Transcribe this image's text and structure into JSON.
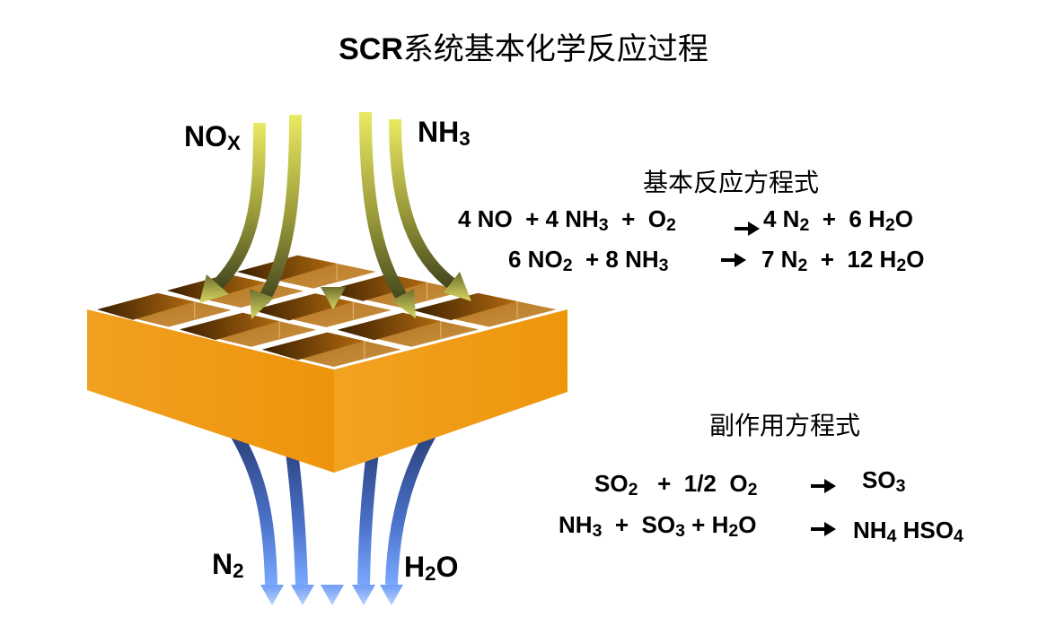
{
  "title": {
    "prefix": "SCR",
    "cn": "系统基本化学反应过程"
  },
  "labels": {
    "inlet_left": {
      "main": "NO",
      "sub": "X"
    },
    "inlet_right": {
      "main": "NH",
      "sub": "3"
    },
    "outlet_left": {
      "main": "N",
      "sub": "2"
    },
    "outlet_right": {
      "main1": "H",
      "sub": "2",
      "main2": "O"
    }
  },
  "basic_reactions": {
    "heading": "基本反应方程式",
    "equations": [
      {
        "lhs": [
          [
            "4 NO",
            ""
          ],
          [
            "  + 4 NH",
            "3"
          ],
          [
            "  +  O",
            "2"
          ]
        ],
        "rhs": [
          [
            "4 N",
            "2"
          ],
          [
            "  +  6 H",
            "2"
          ],
          [
            "O",
            ""
          ]
        ]
      },
      {
        "lhs": [
          [
            "6 NO",
            "2"
          ],
          [
            "  + 8 NH",
            "3"
          ]
        ],
        "rhs": [
          [
            "7 N",
            "2"
          ],
          [
            "  +  12 H",
            "2"
          ],
          [
            "O",
            ""
          ]
        ]
      }
    ]
  },
  "side_reactions": {
    "heading": "副作用方程式",
    "equations": [
      {
        "lhs": [
          [
            "SO",
            "2"
          ],
          [
            "   +  1/2  O",
            "2"
          ]
        ],
        "rhs": [
          [
            "SO",
            "3"
          ]
        ]
      },
      {
        "lhs": [
          [
            "NH",
            "3"
          ],
          [
            "  +  SO",
            "3"
          ],
          [
            " + H",
            "2"
          ],
          [
            "O",
            ""
          ]
        ],
        "rhs": [
          [
            "NH",
            "4"
          ],
          [
            " HSO",
            "4"
          ]
        ]
      }
    ]
  },
  "colors": {
    "catalyst_orange": "#f0960f",
    "cell_dark": "#5a3200",
    "cell_light": "#c08a35",
    "inlet_top": "#e8e860",
    "inlet_bottom": "#4a4a22",
    "outlet_top": "#2a3f78",
    "outlet_bottom": "#7aa8ff"
  }
}
